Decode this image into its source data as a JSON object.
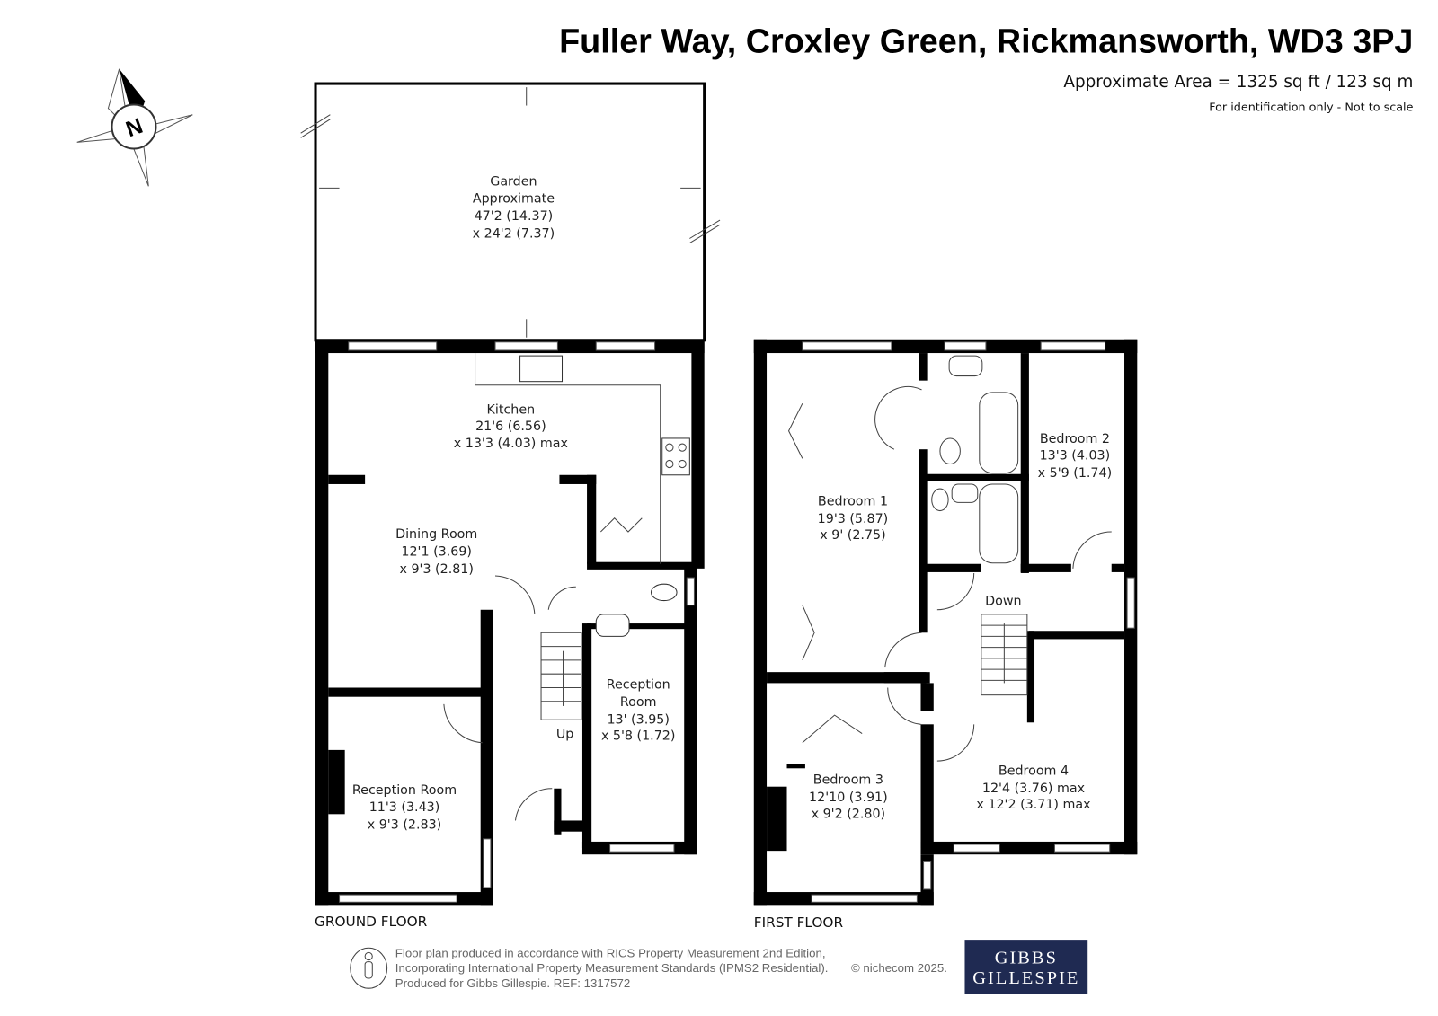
{
  "header": {
    "title": "Fuller Way, Croxley Green, Rickmansworth, WD3 3PJ",
    "area": "Approximate Area = 1325 sq ft / 123 sq m",
    "note": "For identification only - Not to scale"
  },
  "compass": {
    "label": "N"
  },
  "ground_floor": {
    "label": "GROUND FLOOR",
    "garden": [
      "Garden",
      "Approximate",
      "47'2 (14.37)",
      "x 24'2 (7.37)"
    ],
    "kitchen": [
      "Kitchen",
      "21'6 (6.56)",
      "x 13'3 (4.03) max"
    ],
    "dining": [
      "Dining Room",
      "12'1 (3.69)",
      "x 9'3 (2.81)"
    ],
    "reception1": [
      "Reception Room",
      "11'3 (3.43)",
      "x 9'3 (2.83)"
    ],
    "reception2": [
      "Reception",
      "Room",
      "13' (3.95)",
      "x 5'8 (1.72)"
    ],
    "stairs": "Up"
  },
  "first_floor": {
    "label": "FIRST FLOOR",
    "bedroom1": [
      "Bedroom 1",
      "19'3 (5.87)",
      "x 9' (2.75)"
    ],
    "bedroom2": [
      "Bedroom 2",
      "13'3 (4.03)",
      "x 5'9 (1.74)"
    ],
    "bedroom3": [
      "Bedroom 3",
      "12'10 (3.91)",
      "x 9'2 (2.80)"
    ],
    "bedroom4": [
      "Bedroom 4",
      "12'4 (3.76) max",
      "x 12'2 (3.71) max"
    ],
    "stairs": "Down"
  },
  "footer": {
    "lines": [
      "Floor plan produced in accordance with RICS Property Measurement 2nd Edition,",
      "Incorporating International Property Measurement Standards (IPMS2 Residential).",
      "Produced for Gibbs Gillespie.   REF:  1317572"
    ],
    "copyright": "© nichecom 2025.",
    "logo": [
      "GIBBS",
      "GILLESPIE"
    ],
    "logo_color": "#1f2a52"
  }
}
